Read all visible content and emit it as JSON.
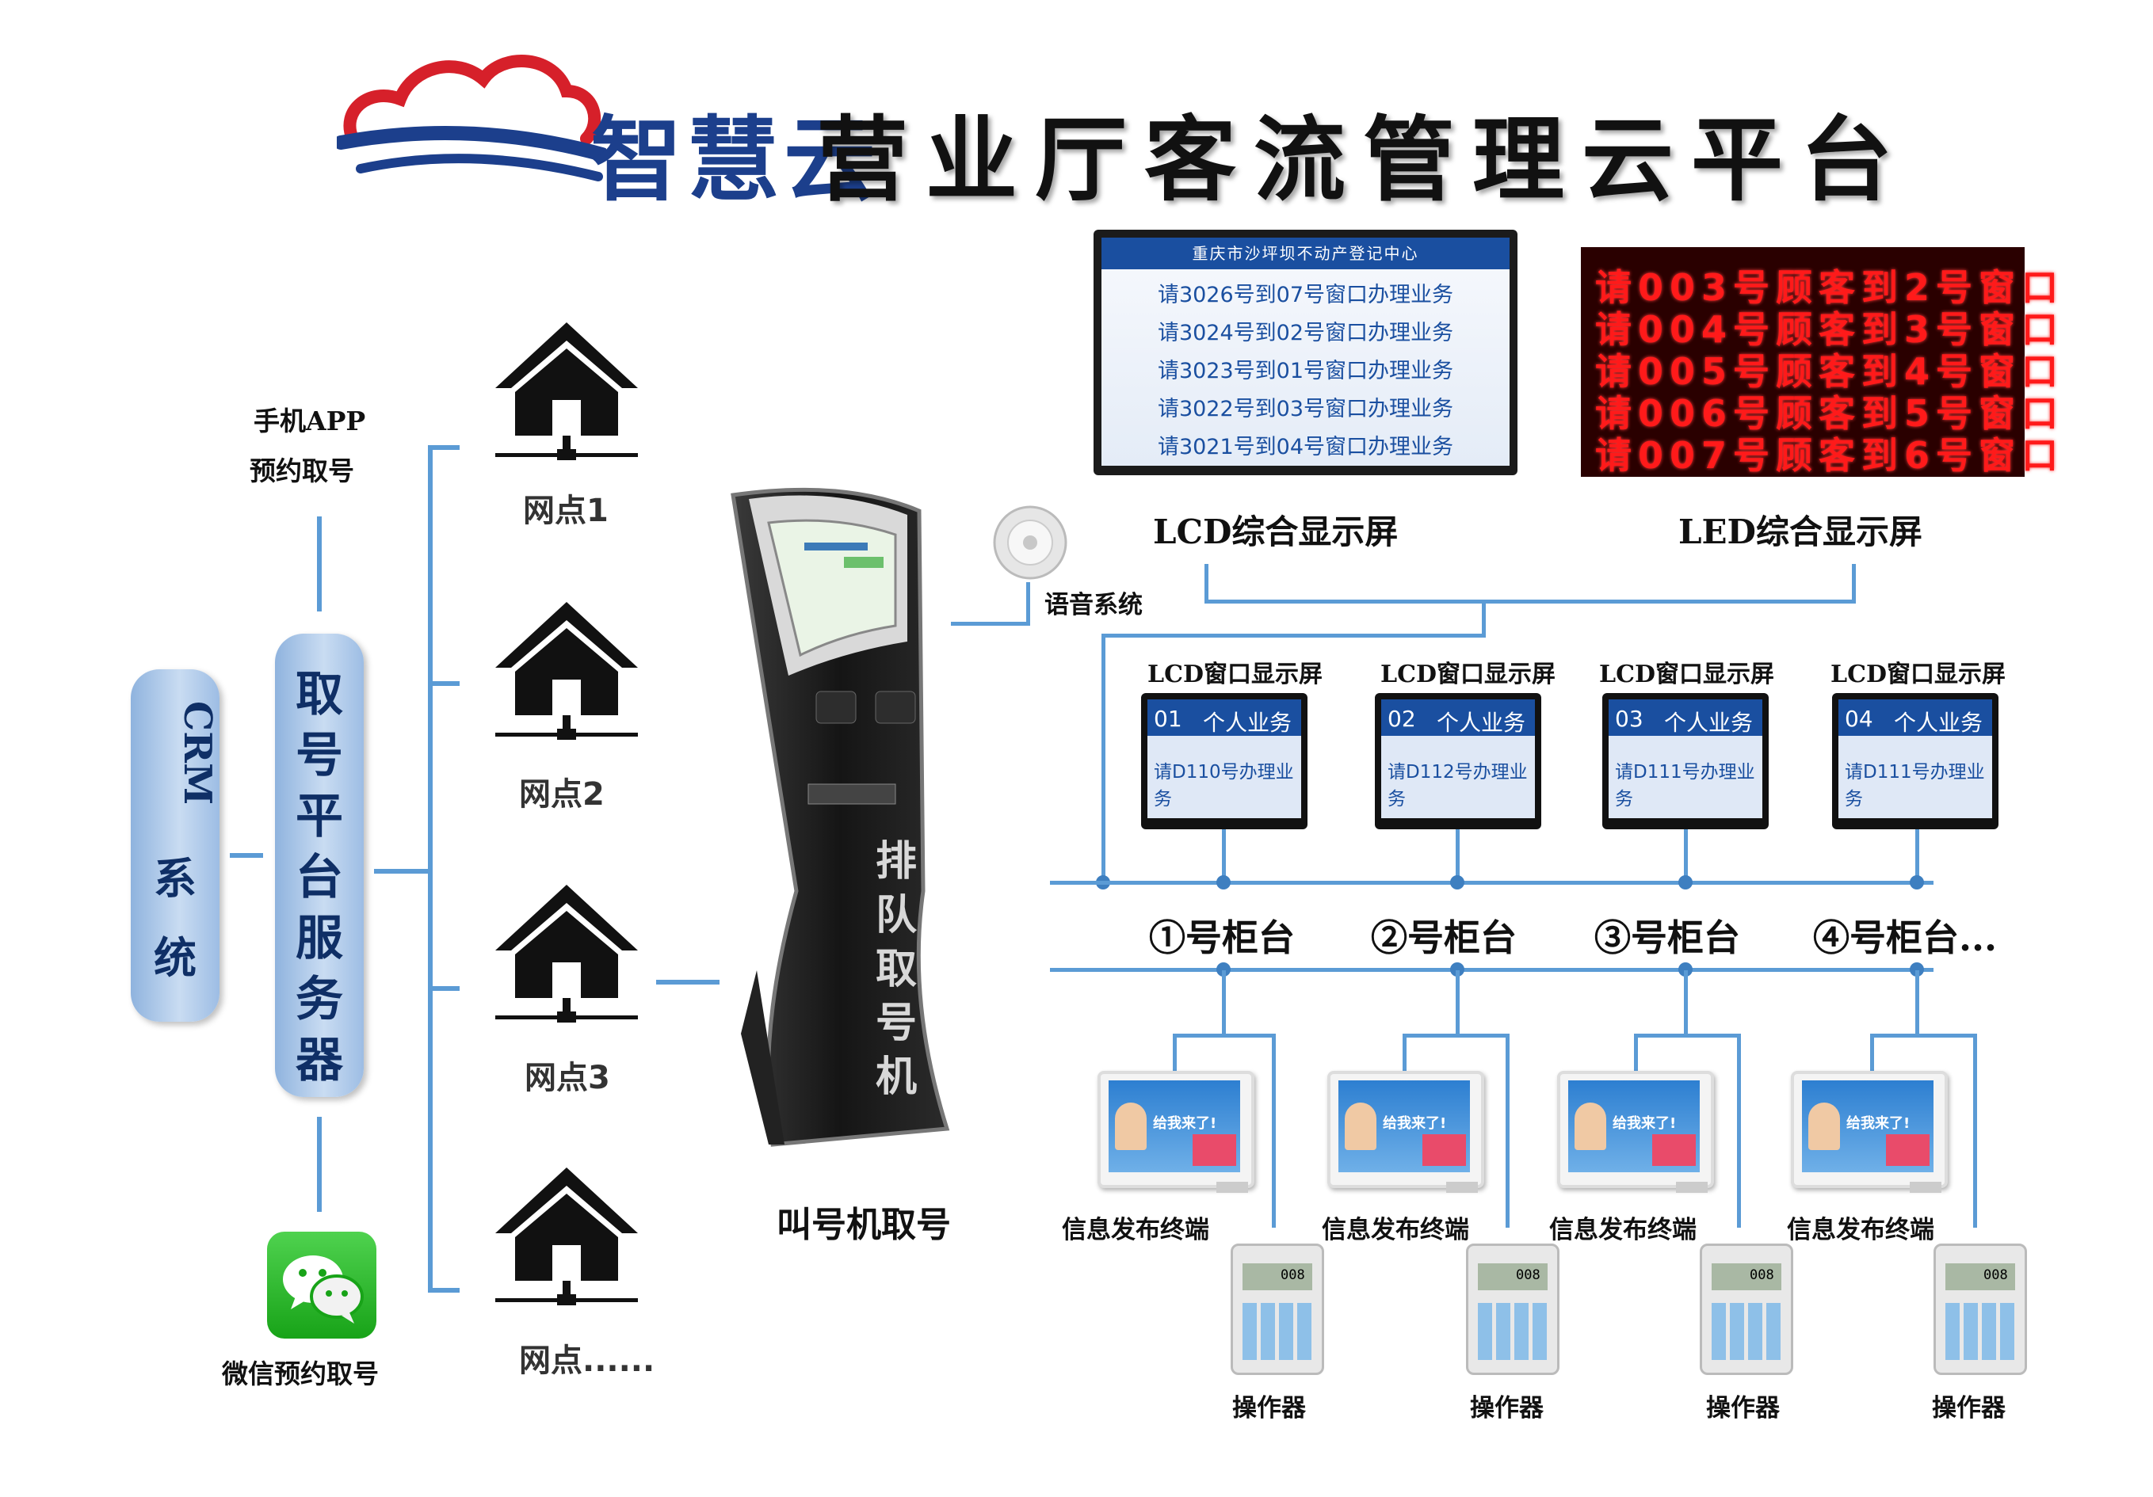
{
  "title": {
    "brand": "智慧云",
    "text": "营业厅客流管理云平台"
  },
  "left": {
    "crm": [
      "CRM",
      "系",
      "统"
    ],
    "server": [
      "取",
      "号",
      "平",
      "台",
      "服",
      "务",
      "器"
    ],
    "app_line1": "手机APP",
    "app_line2": "预约取号",
    "wechat": "微信预约取号"
  },
  "branches": [
    "网点1",
    "网点2",
    "网点3",
    "网点......"
  ],
  "kiosk": {
    "label": "叫号机取号",
    "sign": [
      "排",
      "队",
      "取",
      "号",
      "机"
    ]
  },
  "voice": "语音系统",
  "lcd_screen": {
    "header": "重庆市沙坪坝不动产登记中心",
    "rows": [
      "请3026号到07号窗口办理业务",
      "请3024号到02号窗口办理业务",
      "请3023号到01号窗口办理业务",
      "请3022号到03号窗口办理业务",
      "请3021号到04号窗口办理业务"
    ],
    "label": "LCD综合显示屏"
  },
  "led_screen": {
    "rows": [
      "请003号顾客到2号窗口",
      "请004号顾客到3号窗口",
      "请005号顾客到4号窗口",
      "请006号顾客到5号窗口",
      "请007号顾客到6号窗口"
    ],
    "label": "LED综合显示屏"
  },
  "windows": [
    {
      "label": "LCD窗口显示屏",
      "num": "01",
      "biz": "个人业务",
      "msg": "请D110号办理业务",
      "counter": "①号柜台"
    },
    {
      "label": "LCD窗口显示屏",
      "num": "02",
      "biz": "个人业务",
      "msg": "请D112号办理业务",
      "counter": "②号柜台"
    },
    {
      "label": "LCD窗口显示屏",
      "num": "03",
      "biz": "个人业务",
      "msg": "请D111号办理业务",
      "counter": "③号柜台"
    },
    {
      "label": "LCD窗口显示屏",
      "num": "04",
      "biz": "个人业务",
      "msg": "请D111号办理业务",
      "counter": "④号柜台..."
    }
  ],
  "terminals": {
    "label": "信息发布终端",
    "screen_text": "给我来了!"
  },
  "keypads": {
    "label": "操作器",
    "display": "008"
  },
  "colors": {
    "line": "#5b9bd5",
    "title_blue": "#1c3f8c",
    "brand_red": "#d6202a",
    "led_red": "#ff1a1a"
  }
}
